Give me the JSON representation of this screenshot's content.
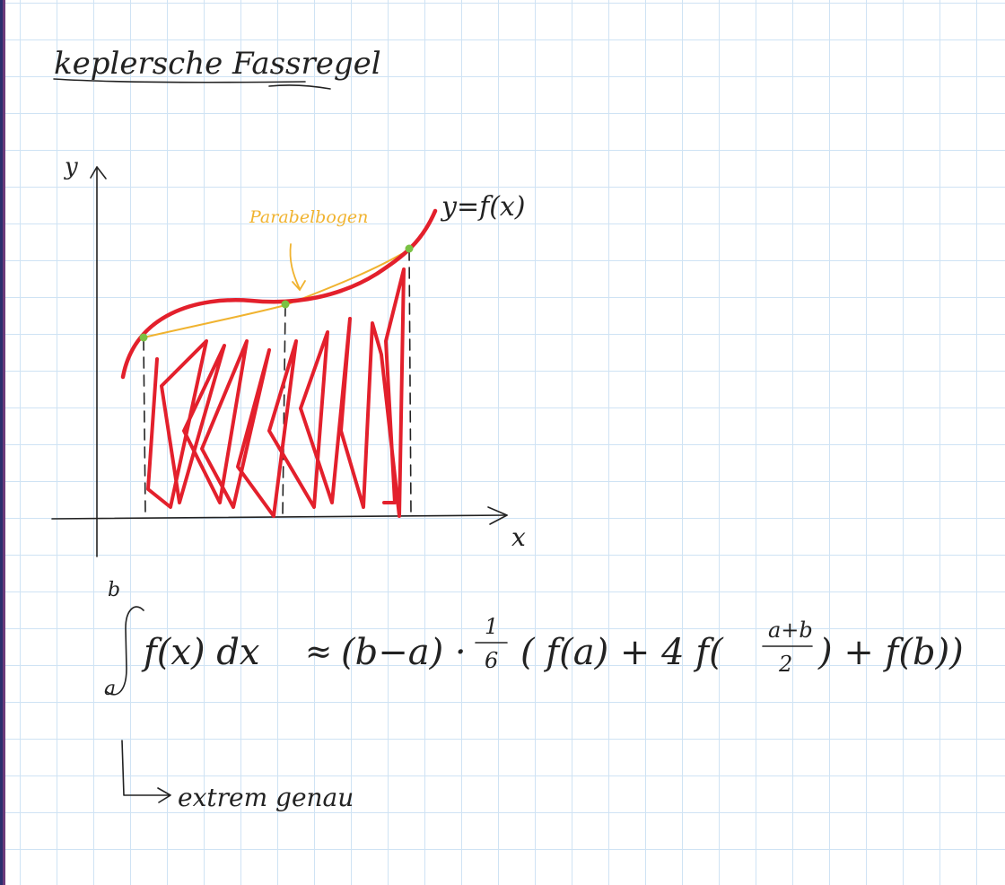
{
  "title": "keplersche Fassregel",
  "graph": {
    "y_axis_label": "y",
    "x_axis_label": "x",
    "curve_label": "y=f(x)",
    "parabola_label": "Parabelbogen",
    "colors": {
      "curve": "#e3202c",
      "parabola": "#f0b330",
      "points": "#7ac143",
      "ink": "#222222"
    }
  },
  "formula": {
    "upper_limit": "b",
    "lower_limit": "a",
    "integrand": "f(x) dx",
    "approx": "≈",
    "rhs_part1": "(b−a) ·",
    "frac_num": "1",
    "frac_den": "6",
    "rhs_part2": "( f(a) + 4 f(",
    "mid_num": "a+b",
    "mid_den": "2",
    "rhs_part3": ") + f(b))"
  },
  "note": "extrem genau"
}
